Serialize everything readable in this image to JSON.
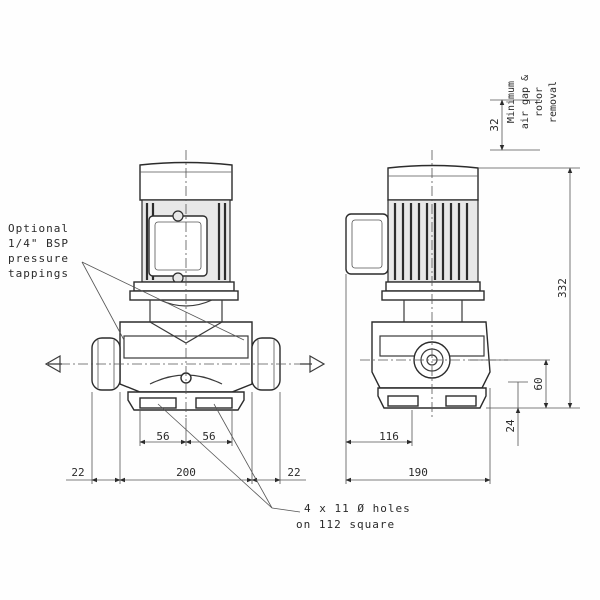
{
  "labels": {
    "tappings_line1": "Optional",
    "tappings_line2": "1/4\" BSP",
    "tappings_line3": "pressure",
    "tappings_line4": "tappings",
    "holes_line1": "4 x 11 Ø holes",
    "holes_line2": "on 112 square",
    "airgap_line1": "Minimum",
    "airgap_line2": "air gap &",
    "airgap_line3": "rotor",
    "airgap_line4": "removal"
  },
  "dimensions": {
    "d22_left": "22",
    "d200": "200",
    "d22_right": "22",
    "d56_left": "56",
    "d56_right": "56",
    "d116": "116",
    "d190": "190",
    "d332": "332",
    "d32": "32",
    "d60": "60",
    "d24": "24"
  },
  "colors": {
    "line": "#2c2c2c",
    "background": "#fefefe"
  }
}
